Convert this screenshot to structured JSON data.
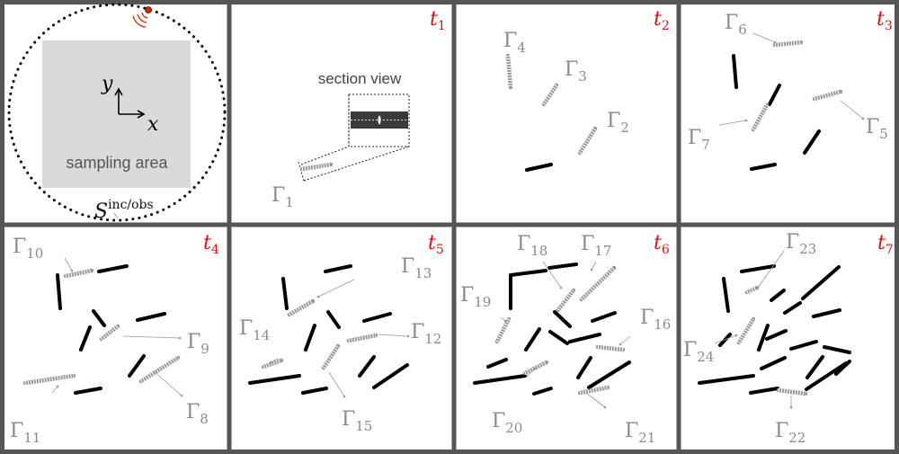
{
  "colors": {
    "frame": "#555555",
    "crack": "#000000",
    "new_crack": "#9a9a9a",
    "label_gray": "#8a8a8a",
    "time_red": "#e01010",
    "area_fill": "#d9dbda",
    "source_red": "#dd2200"
  },
  "panel0": {
    "axis_y": "y",
    "axis_x": "x",
    "area_label": "sampling area",
    "surface_label": "S",
    "surface_sup": "inc/obs",
    "source_icon": "source-antenna-icon"
  },
  "panel1": {
    "section_label": "section view"
  },
  "time_labels": [
    {
      "base": "t",
      "sub": "1"
    },
    {
      "base": "t",
      "sub": "2"
    },
    {
      "base": "t",
      "sub": "3"
    },
    {
      "base": "t",
      "sub": "4"
    },
    {
      "base": "t",
      "sub": "5"
    },
    {
      "base": "t",
      "sub": "6"
    },
    {
      "base": "t",
      "sub": "7"
    }
  ],
  "gamma_labels": [
    {
      "base": "Γ",
      "sub": "1"
    },
    {
      "base": "Γ",
      "sub": "2"
    },
    {
      "base": "Γ",
      "sub": "3"
    },
    {
      "base": "Γ",
      "sub": "4"
    },
    {
      "base": "Γ",
      "sub": "5"
    },
    {
      "base": "Γ",
      "sub": "6"
    },
    {
      "base": "Γ",
      "sub": "7"
    },
    {
      "base": "Γ",
      "sub": "8"
    },
    {
      "base": "Γ",
      "sub": "9"
    },
    {
      "base": "Γ",
      "sub": "10"
    },
    {
      "base": "Γ",
      "sub": "11"
    },
    {
      "base": "Γ",
      "sub": "12"
    },
    {
      "base": "Γ",
      "sub": "13"
    },
    {
      "base": "Γ",
      "sub": "14"
    },
    {
      "base": "Γ",
      "sub": "15"
    },
    {
      "base": "Γ",
      "sub": "16"
    },
    {
      "base": "Γ",
      "sub": "17"
    },
    {
      "base": "Γ",
      "sub": "18"
    },
    {
      "base": "Γ",
      "sub": "19"
    },
    {
      "base": "Γ",
      "sub": "20"
    },
    {
      "base": "Γ",
      "sub": "21"
    },
    {
      "base": "Γ",
      "sub": "22"
    },
    {
      "base": "Γ",
      "sub": "23"
    },
    {
      "base": "Γ",
      "sub": "24"
    }
  ]
}
